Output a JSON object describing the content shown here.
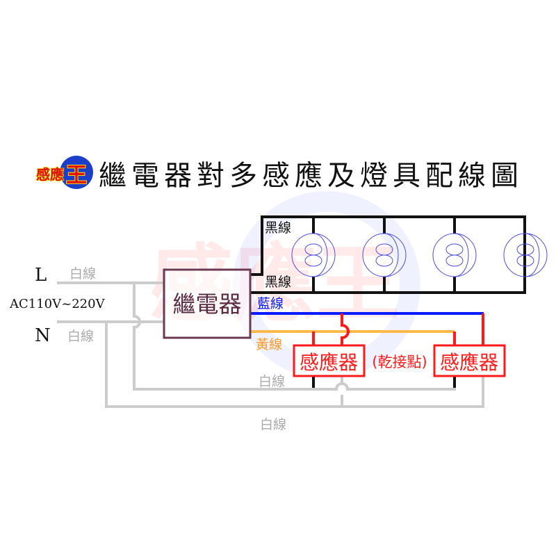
{
  "logo": {
    "text_main": "感應",
    "text_king": "王"
  },
  "title": "繼電器對多感應及燈具配線圖",
  "watermark": "感應王",
  "left": {
    "L": "L",
    "N": "N",
    "voltage": "AC110V~220V",
    "L_wire": "白線",
    "N_wire": "白線"
  },
  "relay": {
    "label": "繼電器"
  },
  "wires": {
    "black_top": "黑線",
    "black_bottom": "黑線",
    "blue": "藍線",
    "yellow": "黃線",
    "white_1": "白線",
    "white_2": "白線"
  },
  "sensors": [
    {
      "label": "感應器"
    },
    {
      "label": "感應器"
    }
  ],
  "dry_contact": "(乾接點)",
  "lamp_count": 4,
  "colors": {
    "black": "#111111",
    "blue": "#0a1aff",
    "yellow": "#ffb84a",
    "red": "#ff1a1a",
    "white_wire": "#cccccc",
    "relay": "#6b3a52",
    "lamp": "#4a4aee"
  }
}
